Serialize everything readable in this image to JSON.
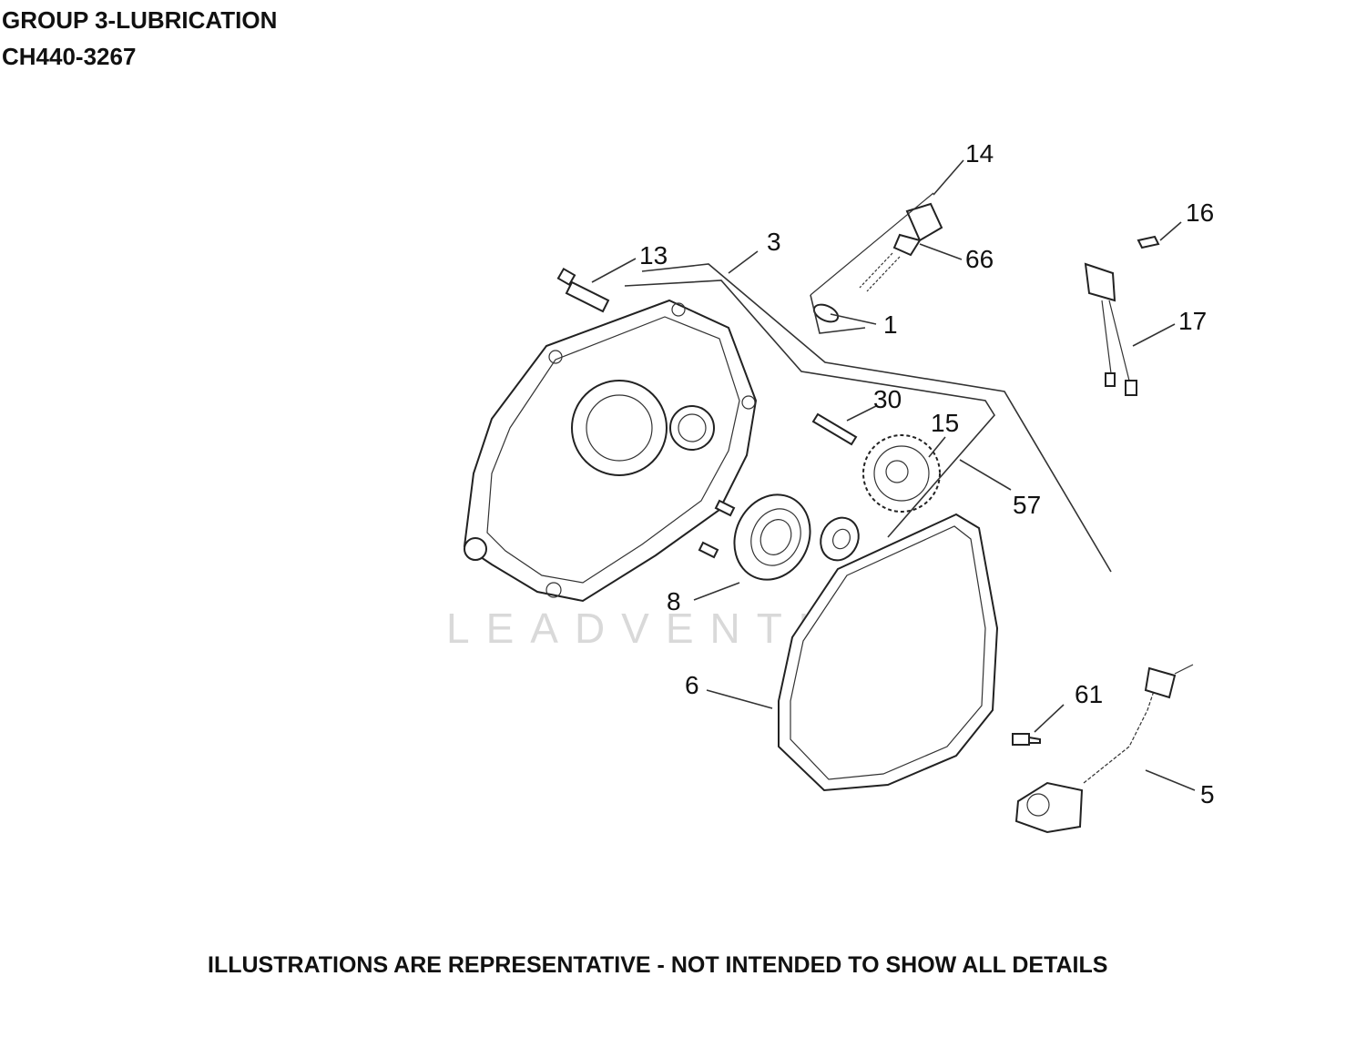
{
  "header": {
    "line1": "GROUP 3-LUBRICATION",
    "line2": "CH440-3267"
  },
  "footer": {
    "note": "ILLUSTRATIONS ARE REPRESENTATIVE - NOT INTENDED TO SHOW ALL DETAILS"
  },
  "watermark": {
    "text": "LEADVENTURE"
  },
  "callouts": {
    "c14": "14",
    "c16": "16",
    "c13": "13",
    "c3": "3",
    "c66": "66",
    "c1": "1",
    "c17": "17",
    "c30": "30",
    "c15": "15",
    "c57": "57",
    "c8": "8",
    "c6": "6",
    "c61": "61",
    "c5": "5"
  },
  "colors": {
    "line": "#333333",
    "watermark": "#d9d9d9"
  }
}
